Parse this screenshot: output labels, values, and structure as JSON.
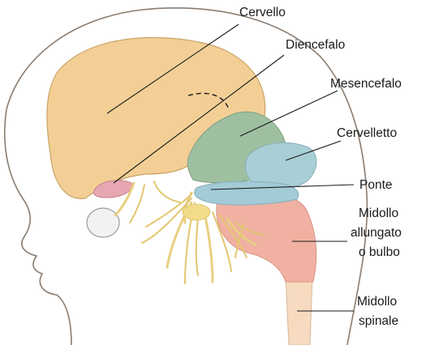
{
  "labels": {
    "cervello": "Cervello",
    "diencefalo": "Diencefalo",
    "mesencefalo": "Mesencefalo",
    "cervelletto": "Cervelletto",
    "ponte": "Ponte",
    "midollo_allungato_line1": "Midollo",
    "midollo_allungato_line2": "allungato",
    "midollo_allungato_line3": "o bulbo",
    "midollo_spinale_line1": "Midollo",
    "midollo_spinale_line2": "spinale"
  },
  "colors": {
    "cervello": "#f3cf96",
    "diencefalo": "#e7a7b2",
    "mesencefalo": "#9fbfa1",
    "cervelletto": "#a9cfd6",
    "ponte": "#a3cbd7",
    "midollo_allungato": "#f0b1a3",
    "midollo_spinale": "#f6dbc0",
    "nerves": "#e8cf80",
    "head_outline": "#8a7c70"
  }
}
